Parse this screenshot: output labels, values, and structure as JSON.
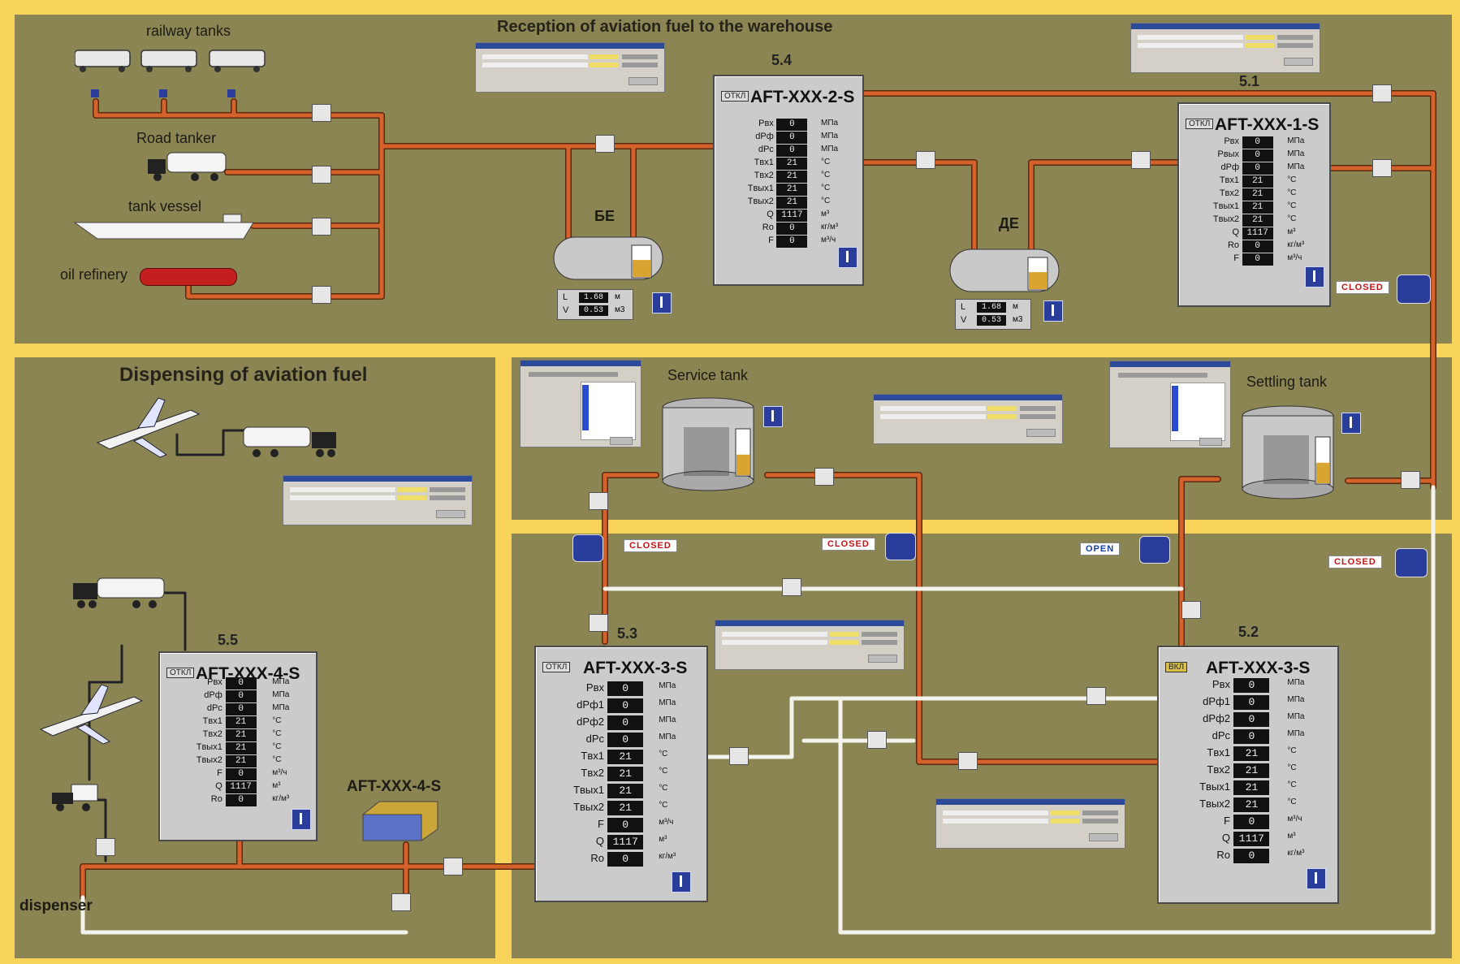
{
  "headers": {
    "reception": "Reception of aviation fuel to the warehouse",
    "dispensing": "Dispensing of aviation fuel"
  },
  "sources": {
    "railway": "railway tanks",
    "road": "Road tanker",
    "vessel": "tank vessel",
    "refinery": "oil refinery"
  },
  "tanks": {
    "be": {
      "label": "БЕ",
      "level_label": "L",
      "level_value": "1.68",
      "level_unit": "м",
      "volume_label": "V",
      "volume_value": "0.53",
      "volume_unit": "м3",
      "fill": 0.55
    },
    "de": {
      "label": "ДЕ",
      "level_label": "L",
      "level_value": "1.68",
      "level_unit": "м",
      "volume_label": "V",
      "volume_value": "0.53",
      "volume_unit": "м3",
      "fill": 0.55
    },
    "service": {
      "label": "Service tank",
      "fill": 0.45
    },
    "settling": {
      "label": "Settling tank",
      "fill": 0.45
    }
  },
  "meters": {
    "m51": {
      "number": "5.1",
      "name": "AFT-XXX-1-S",
      "state": "ОТКЛ",
      "rows": [
        {
          "p": "Pвх",
          "v": "0",
          "u": "МПа"
        },
        {
          "p": "Pвых",
          "v": "0",
          "u": "МПа"
        },
        {
          "p": "dPф",
          "v": "0",
          "u": "МПа"
        },
        {
          "p": "Tвх1",
          "v": "21",
          "u": "°C"
        },
        {
          "p": "Tвх2",
          "v": "21",
          "u": "°C"
        },
        {
          "p": "Tвых1",
          "v": "21",
          "u": "°C"
        },
        {
          "p": "Tвых2",
          "v": "21",
          "u": "°C"
        },
        {
          "p": "Q",
          "v": "1117",
          "u": "м³"
        },
        {
          "p": "Ro",
          "v": "0",
          "u": "кг/м³"
        },
        {
          "p": "F",
          "v": "0",
          "u": "м³/ч"
        }
      ]
    },
    "m54": {
      "number": "5.4",
      "name": "AFT-XXX-2-S",
      "state": "ОТКЛ",
      "rows": [
        {
          "p": "Pвх",
          "v": "0",
          "u": "МПа"
        },
        {
          "p": "dPф",
          "v": "0",
          "u": "МПа"
        },
        {
          "p": "dPс",
          "v": "0",
          "u": "МПа"
        },
        {
          "p": "Tвх1",
          "v": "21",
          "u": "°C"
        },
        {
          "p": "Tвх2",
          "v": "21",
          "u": "°C"
        },
        {
          "p": "Tвых1",
          "v": "21",
          "u": "°C"
        },
        {
          "p": "Tвых2",
          "v": "21",
          "u": "°C"
        },
        {
          "p": "Q",
          "v": "1117",
          "u": "м³"
        },
        {
          "p": "Ro",
          "v": "0",
          "u": "кг/м³"
        },
        {
          "p": "F",
          "v": "0",
          "u": "м³/ч"
        }
      ]
    },
    "m53": {
      "number": "5.3",
      "name": "AFT-XXX-3-S",
      "state": "ОТКЛ",
      "rows": [
        {
          "p": "Pвх",
          "v": "0",
          "u": "МПа"
        },
        {
          "p": "dPф1",
          "v": "0",
          "u": "МПа"
        },
        {
          "p": "dPф2",
          "v": "0",
          "u": "МПа"
        },
        {
          "p": "dPс",
          "v": "0",
          "u": "МПа"
        },
        {
          "p": "Tвх1",
          "v": "21",
          "u": "°C"
        },
        {
          "p": "Tвх2",
          "v": "21",
          "u": "°C"
        },
        {
          "p": "Tвых1",
          "v": "21",
          "u": "°C"
        },
        {
          "p": "Tвых2",
          "v": "21",
          "u": "°C"
        },
        {
          "p": "F",
          "v": "0",
          "u": "м³/ч"
        },
        {
          "p": "Q",
          "v": "1117",
          "u": "м³"
        },
        {
          "p": "Ro",
          "v": "0",
          "u": "кг/м³"
        }
      ]
    },
    "m52": {
      "number": "5.2",
      "name": "AFT-XXX-3-S",
      "state": "ВКЛ",
      "rows": [
        {
          "p": "Pвх",
          "v": "0",
          "u": "МПа"
        },
        {
          "p": "dPф1",
          "v": "0",
          "u": "МПа"
        },
        {
          "p": "dPф2",
          "v": "0",
          "u": "МПа"
        },
        {
          "p": "dPс",
          "v": "0",
          "u": "МПа"
        },
        {
          "p": "Tвх1",
          "v": "21",
          "u": "°C"
        },
        {
          "p": "Tвх2",
          "v": "21",
          "u": "°C"
        },
        {
          "p": "Tвых1",
          "v": "21",
          "u": "°C"
        },
        {
          "p": "Tвых2",
          "v": "21",
          "u": "°C"
        },
        {
          "p": "F",
          "v": "0",
          "u": "м³/ч"
        },
        {
          "p": "Q",
          "v": "1117",
          "u": "м³"
        },
        {
          "p": "Ro",
          "v": "0",
          "u": "кг/м³"
        }
      ]
    },
    "m55": {
      "number": "5.5",
      "name": "AFT-XXX-4-S",
      "state": "ОТКЛ",
      "rows": [
        {
          "p": "Pвх",
          "v": "0",
          "u": "МПа"
        },
        {
          "p": "dPф",
          "v": "0",
          "u": "МПа"
        },
        {
          "p": "dPс",
          "v": "0",
          "u": "МПа"
        },
        {
          "p": "Tвх1",
          "v": "21",
          "u": "°C"
        },
        {
          "p": "Tвх2",
          "v": "21",
          "u": "°C"
        },
        {
          "p": "Tвых1",
          "v": "21",
          "u": "°C"
        },
        {
          "p": "Tвых2",
          "v": "21",
          "u": "°C"
        },
        {
          "p": "F",
          "v": "0",
          "u": "м³/ч"
        },
        {
          "p": "Q",
          "v": "1117",
          "u": "м³"
        },
        {
          "p": "Ro",
          "v": "0",
          "u": "кг/м³"
        }
      ]
    }
  },
  "device_label": "AFT-XXX-4-S",
  "dispenser_label": "dispenser",
  "valve_status": {
    "v_top_right": "CLOSED",
    "v_mid_1": "CLOSED",
    "v_mid_2": "CLOSED",
    "v_mid_3": "OPEN",
    "v_mid_4": "CLOSED"
  },
  "colors": {
    "background": "#f7d35a",
    "panel": "#8b8554",
    "pipe_fuel": "#d4622a",
    "pipe_return": "#f2f2ea",
    "pipe_dark": "#222222",
    "closed": "#c41414",
    "open": "#1740a0"
  }
}
